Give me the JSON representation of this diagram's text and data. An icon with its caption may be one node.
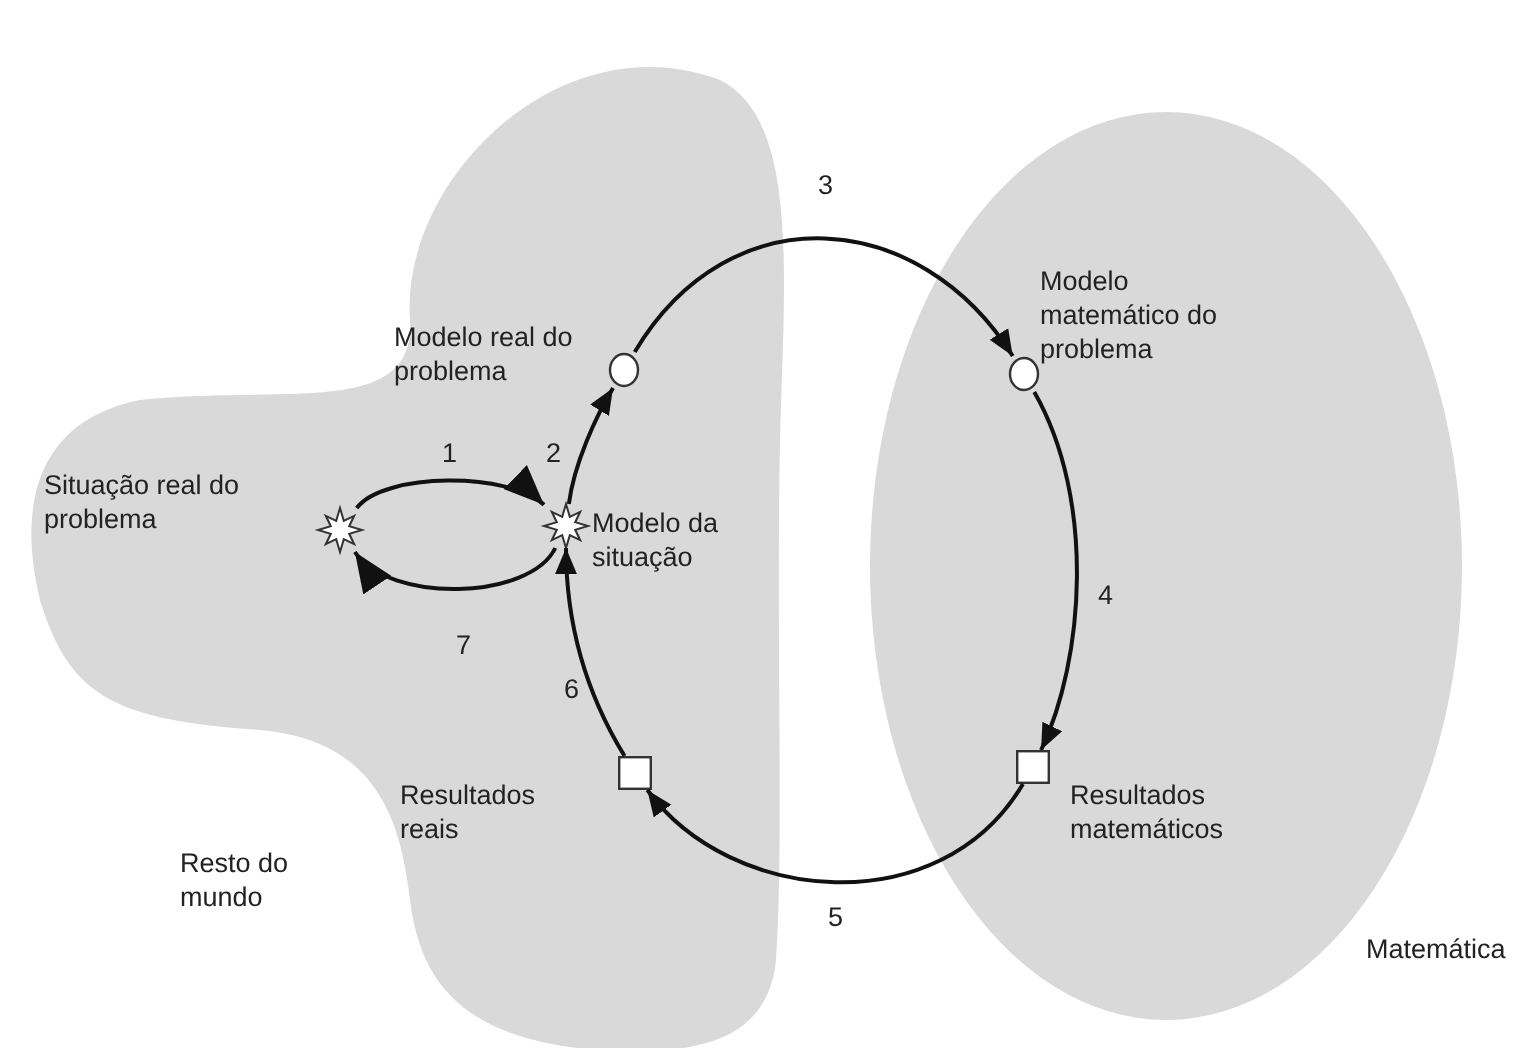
{
  "diagram": {
    "nodes": [
      {
        "text": [
          "Resto do mundo"
        ]
      },
      {
        "text": [
          "Matemática"
        ]
      },
      {
        "text": [
          "Situação real do problema"
        ],
        "in": 0
      },
      {
        "text": [
          "Modelo da situação"
        ],
        "in": 0
      },
      {
        "text": [
          "Modelo real do problema"
        ],
        "in": 0
      },
      {
        "text": [
          "Modelo matemático do problema"
        ],
        "in": 1
      },
      {
        "text": [
          "Resultados matemáticos"
        ],
        "in": 1
      },
      {
        "text": [
          "Resultados reais"
        ],
        "in": 0
      }
    ],
    "edges": [
      {
        "from": 2,
        "to": 3,
        "arrow": "to",
        "label": "1"
      },
      {
        "from": 3,
        "to": 2,
        "arrow": "to",
        "label": "7"
      },
      {
        "from": 3,
        "to": 4,
        "arrow": "to",
        "label": "2"
      },
      {
        "from": 4,
        "to": 5,
        "arrow": "to",
        "label": "3"
      },
      {
        "from": 5,
        "to": 6,
        "arrow": "to",
        "label": "4"
      },
      {
        "from": 6,
        "to": 7,
        "arrow": "to",
        "label": "5"
      },
      {
        "from": 7,
        "to": 3,
        "arrow": "to",
        "label": "6"
      }
    ]
  }
}
